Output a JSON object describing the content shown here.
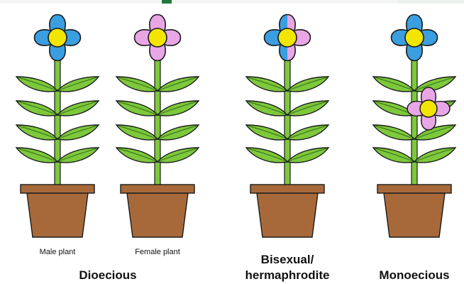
{
  "labels": {
    "male_plant": "Male plant",
    "female_plant": "Female plant",
    "dioecious": "Dioecious",
    "bisexual_line1": "Bisexual/",
    "bisexual_line2": "hermaphrodite",
    "monoecious": "Monoecious"
  },
  "colors": {
    "blue_petal": "#3a9ee0",
    "pink_petal": "#e9a6e6",
    "flower_center": "#f2e600",
    "stem": "#7ec83c",
    "leaf": "#7ec83c",
    "leaf_vein": "#3d7a1e",
    "pot": "#a8693a",
    "outline": "#1a1a1a"
  },
  "plants": [
    {
      "name": "male-plant",
      "flower": "blue"
    },
    {
      "name": "female-plant",
      "flower": "pink"
    },
    {
      "name": "bisexual-plant",
      "flower": "split-blue-pink"
    },
    {
      "name": "monoecious-plant",
      "flower": "blue",
      "second_flower": "pink"
    }
  ]
}
